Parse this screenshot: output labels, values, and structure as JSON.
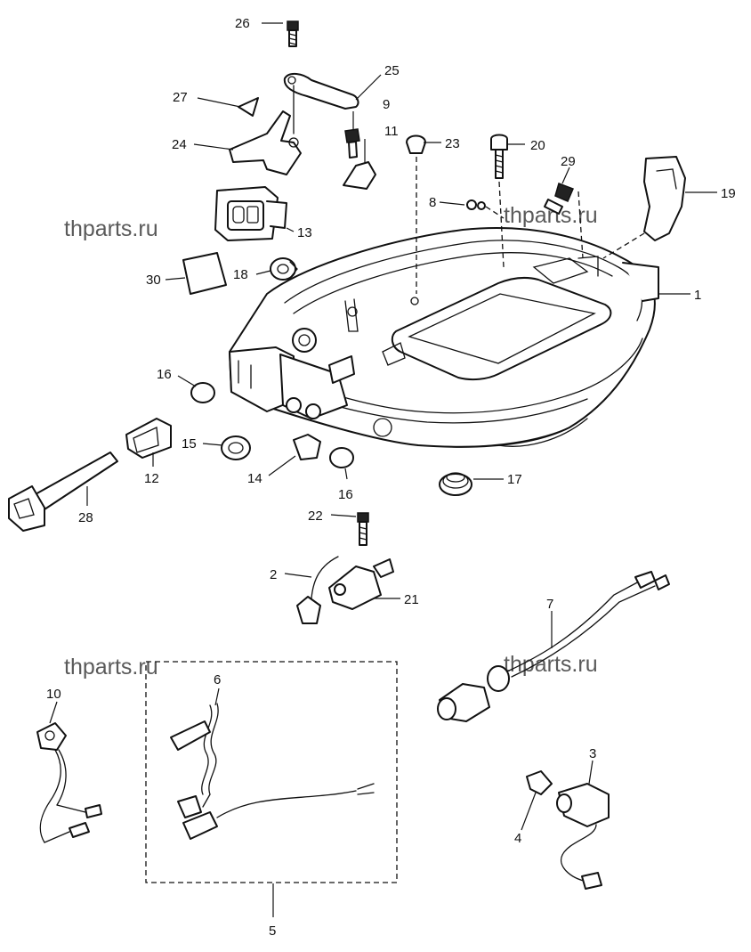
{
  "watermarks": [
    "thparts.ru",
    "thparts.ru",
    "thparts.ru",
    "thparts.ru"
  ],
  "callouts": {
    "c1": "1",
    "c2": "2",
    "c3": "3",
    "c4": "4",
    "c5": "5",
    "c6": "6",
    "c7": "7",
    "c8": "8",
    "c9": "9",
    "c10": "10",
    "c11": "11",
    "c12": "12",
    "c13": "13",
    "c14": "14",
    "c15": "15",
    "c16a": "16",
    "c16b": "16",
    "c17": "17",
    "c18": "18",
    "c19": "19",
    "c20": "20",
    "c21": "21",
    "c22": "22",
    "c23": "23",
    "c24": "24",
    "c25": "25",
    "c26": "26",
    "c27": "27",
    "c28": "28",
    "c29": "29",
    "c30": "30"
  }
}
